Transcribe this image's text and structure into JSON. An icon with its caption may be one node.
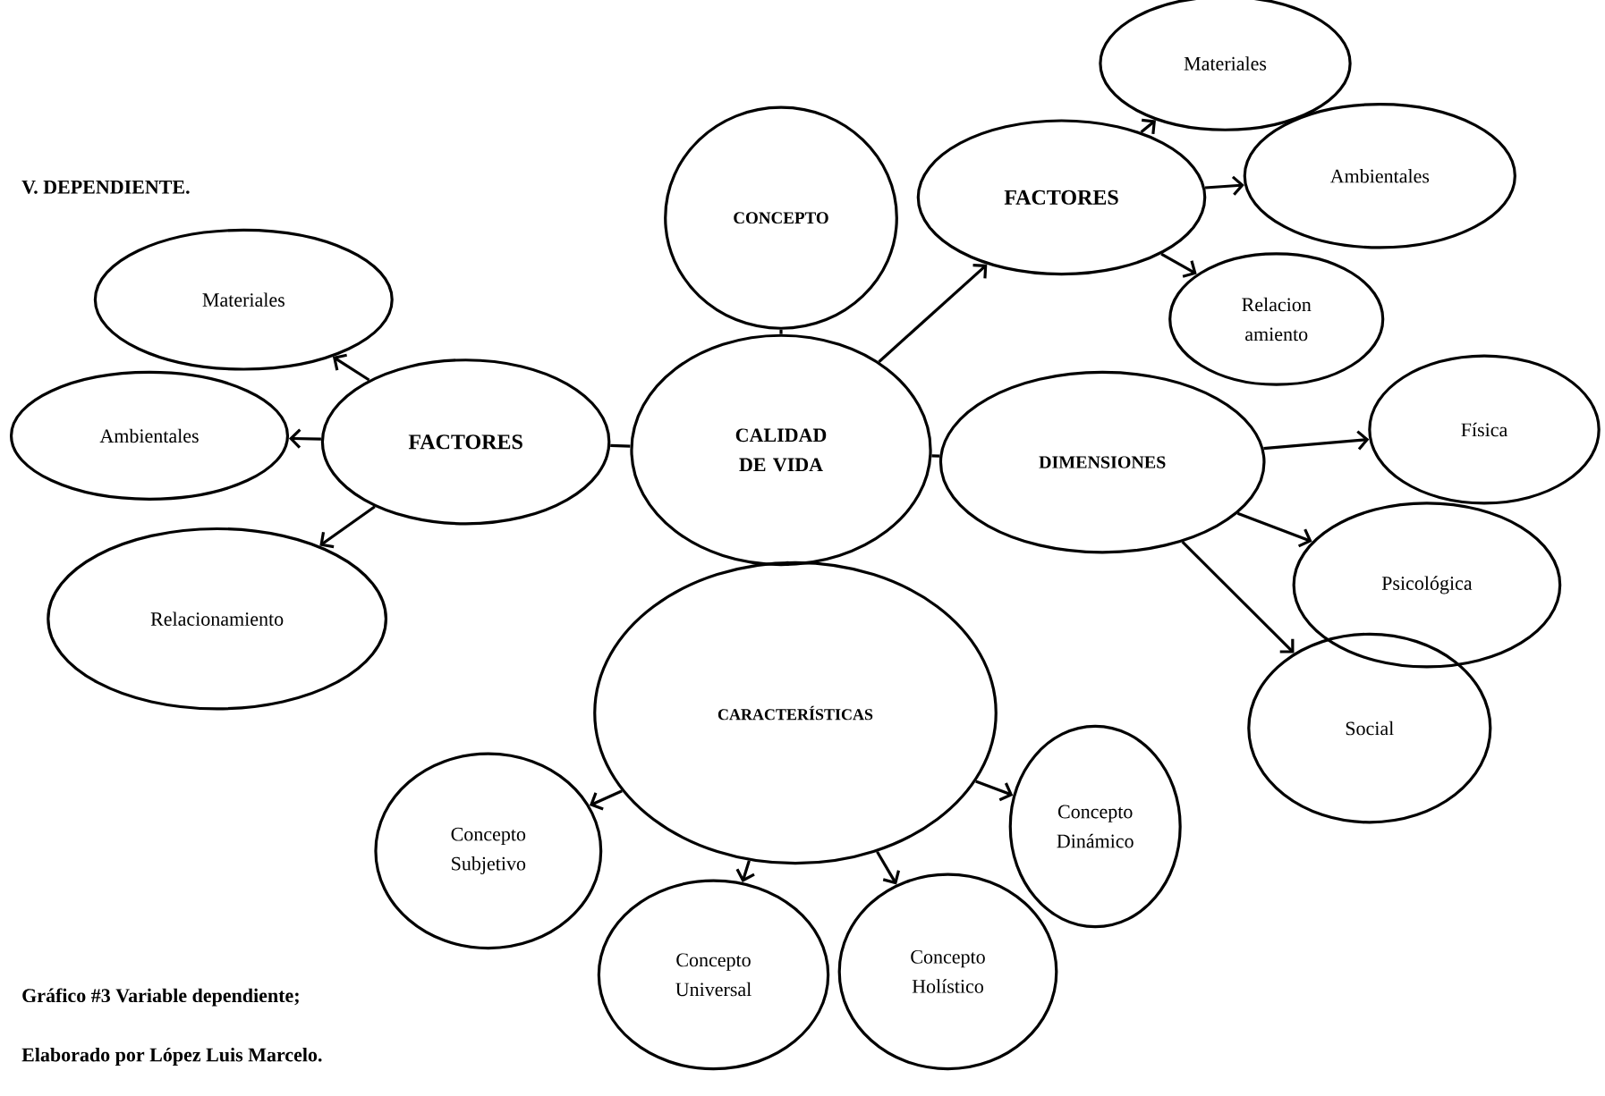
{
  "diagram": {
    "title": "V. DEPENDIENTE.",
    "caption": "Gráfico #3 Variable dependiente;",
    "nodes": [
      {
        "text": [
          "CALIDAD DE VIDA"
        ]
      },
      {
        "text": [
          "CONCEPTO"
        ]
      },
      {
        "text": [
          "FACTORES"
        ]
      },
      {
        "text": [
          "Materiales"
        ]
      },
      {
        "text": [
          "Ambientales"
        ]
      },
      {
        "text": [
          "Relacion amiento"
        ]
      },
      {
        "text": [
          "DIMENSIONES"
        ]
      },
      {
        "text": [
          "Física"
        ]
      },
      {
        "text": [
          "Psicológica"
        ]
      },
      {
        "text": [
          "Social"
        ]
      },
      {
        "text": [
          "CARACTERÍSTICAS"
        ]
      },
      {
        "text": [
          "Concepto Subjetivo"
        ]
      },
      {
        "text": [
          "Concepto Universal"
        ]
      },
      {
        "text": [
          "Concepto Holístico"
        ]
      },
      {
        "text": [
          "Concepto Dinámico"
        ]
      },
      {
        "text": [
          "FACTORES"
        ]
      },
      {
        "text": [
          "Materiales"
        ]
      },
      {
        "text": [
          "Ambientales"
        ]
      },
      {
        "text": [
          "Relacionamiento"
        ]
      }
    ],
    "edges": [
      {
        "from": 0,
        "to": 1,
        "arrow": "none"
      },
      {
        "from": 0,
        "to": 2,
        "arrow": "to"
      },
      {
        "from": 2,
        "to": 3,
        "arrow": "to"
      },
      {
        "from": 2,
        "to": 4,
        "arrow": "to"
      },
      {
        "from": 2,
        "to": 5,
        "arrow": "to"
      },
      {
        "from": 0,
        "to": 6,
        "arrow": "none"
      },
      {
        "from": 6,
        "to": 7,
        "arrow": "to"
      },
      {
        "from": 6,
        "to": 8,
        "arrow": "to"
      },
      {
        "from": 6,
        "to": 9,
        "arrow": "to"
      },
      {
        "from": 0,
        "to": 10,
        "arrow": "none"
      },
      {
        "from": 10,
        "to": 11,
        "arrow": "to"
      },
      {
        "from": 10,
        "to": 12,
        "arrow": "to"
      },
      {
        "from": 10,
        "to": 13,
        "arrow": "to"
      },
      {
        "from": 10,
        "to": 14,
        "arrow": "to"
      },
      {
        "from": 0,
        "to": 15,
        "arrow": "none"
      },
      {
        "from": 15,
        "to": 16,
        "arrow": "to"
      },
      {
        "from": 15,
        "to": 17,
        "arrow": "to"
      },
      {
        "from": 15,
        "to": 18,
        "arrow": "to"
      }
    ],
    "labels": [
      "Elaborado por López Luis Marcelo."
    ]
  }
}
